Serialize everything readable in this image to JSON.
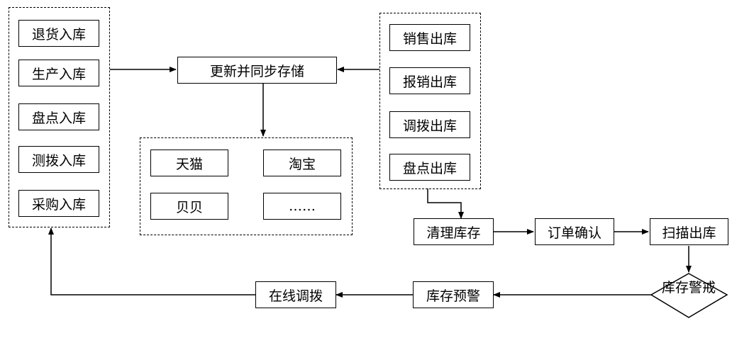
{
  "inbound_group": {
    "items": [
      "退货入库",
      "生产入库",
      "盘点入库",
      "测拨入库",
      "采购入库"
    ]
  },
  "outbound_group": {
    "items": [
      "销售出库",
      "报销出库",
      "调拨出库",
      "盘点出库"
    ]
  },
  "sync_node": "更新并同步存储",
  "platforms": {
    "items": [
      "天猫",
      "淘宝",
      "贝贝",
      "……"
    ]
  },
  "flow": {
    "clear_stock": "清理库存",
    "order_confirm": "订单确认",
    "scan_out": "扫描出库",
    "stock_alert_decision": "库存警戒",
    "stock_warning": "库存预警",
    "online_transfer": "在线调拨"
  }
}
